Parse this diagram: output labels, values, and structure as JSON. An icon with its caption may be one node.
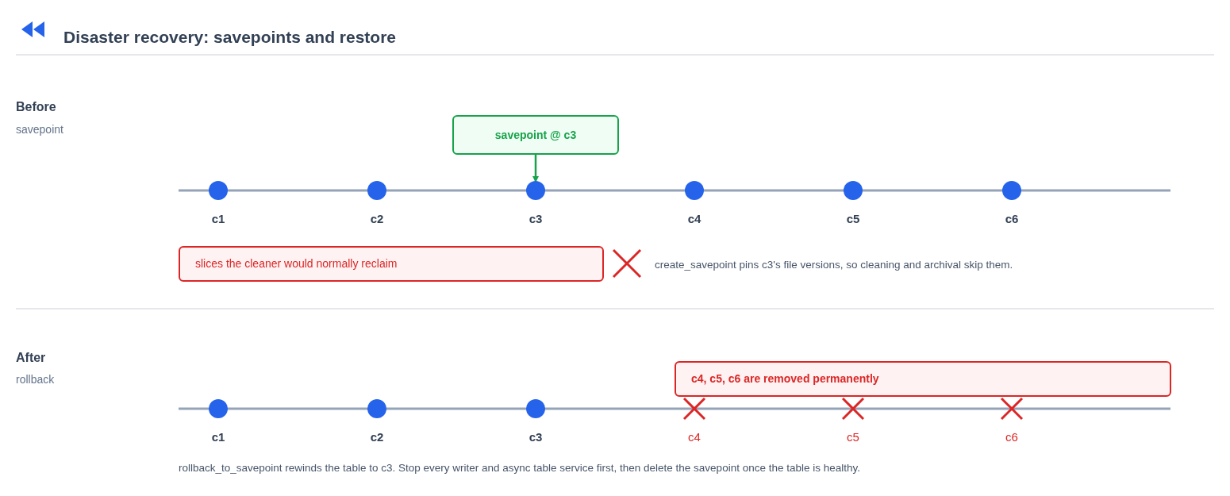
{
  "diagram": {
    "title": "Disaster recovery: savepoints and restore",
    "nodes": [
      {
        "text": [
          "savepoint @ c3"
        ]
      },
      {
        "text": [],
        "shape": "circle"
      },
      {
        "text": [],
        "shape": "circle"
      },
      {
        "text": [],
        "shape": "circle"
      },
      {
        "text": [],
        "shape": "circle"
      },
      {
        "text": [],
        "shape": "circle"
      },
      {
        "text": [],
        "shape": "circle"
      },
      {
        "text": [
          "slices the cleaner would normally reclaim"
        ]
      },
      {
        "text": [
          "c4, c5, c6 are removed permanently"
        ]
      },
      {
        "text": [],
        "shape": "circle"
      },
      {
        "text": [],
        "shape": "circle"
      },
      {
        "text": [],
        "shape": "circle"
      }
    ],
    "edges": [
      {
        "from": 0,
        "to": 3,
        "arrow": "to",
        "color": "#16a34a"
      }
    ],
    "labels": [
      "Before",
      "savepoint",
      "c1",
      "c2",
      "c3",
      "c4",
      "c5",
      "c6",
      "create_savepoint pins c3's file versions, so cleaning and archival skip them.",
      "After",
      "rollback",
      "c1",
      "c2",
      "c3",
      "c4",
      "c5",
      "c6",
      "rollback_to_savepoint rewinds the table to c3. Stop every writer and async table service first, then delete the savepoint once the table is healthy."
    ]
  }
}
